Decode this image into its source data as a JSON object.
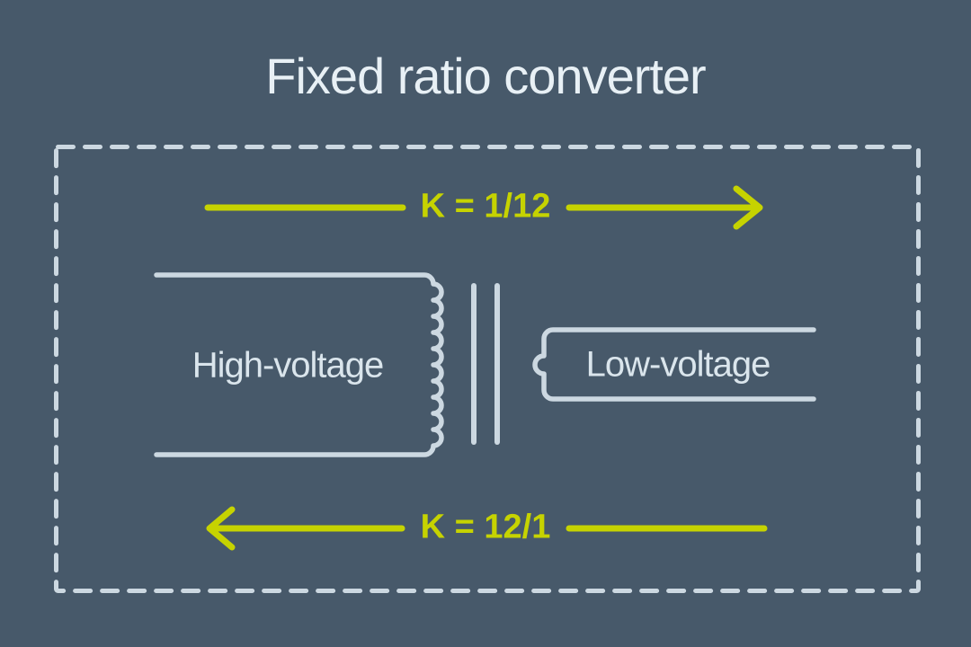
{
  "diagram": {
    "title": "Fixed ratio converter",
    "top_arrow": {
      "label": "K = 1/12",
      "direction": "right"
    },
    "bottom_arrow": {
      "label": "K = 12/1",
      "direction": "left"
    },
    "transformer": {
      "primary_label": "High-voltage",
      "secondary_label": "Low-voltage"
    },
    "colors": {
      "background": "#47596a",
      "line": "#ccd8e1",
      "text": "#e8f0f5",
      "label_text": "#dae5ec",
      "accent": "#c6d300"
    }
  }
}
